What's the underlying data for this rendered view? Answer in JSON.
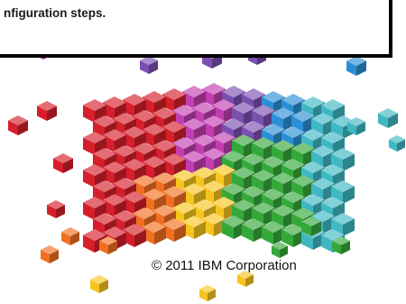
{
  "callout": {
    "text": "nfiguration steps."
  },
  "footer": {
    "copyright": "© 2011 IBM Corporation"
  },
  "art": {
    "description_icon": "ibm-cubes-graphic",
    "palette": [
      "#d61f2b",
      "#f26f21",
      "#f7c51e",
      "#35a83a",
      "#3fb8c3",
      "#2a8fd6",
      "#7a4fb0",
      "#c33db0"
    ]
  }
}
